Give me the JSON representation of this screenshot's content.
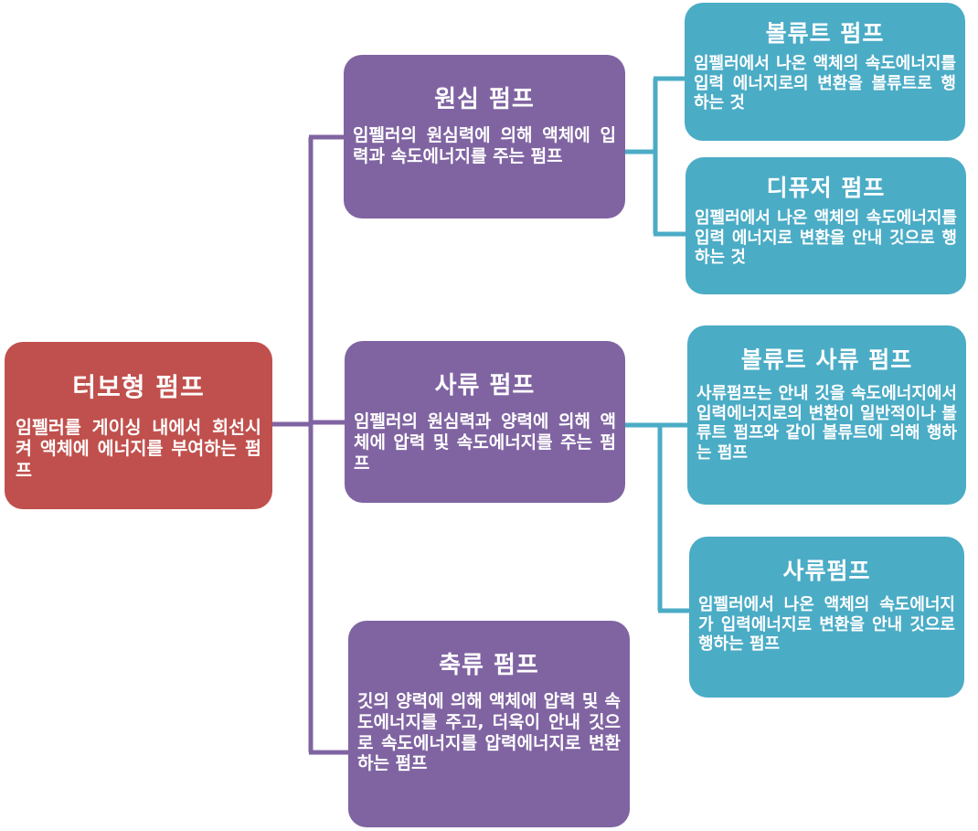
{
  "colors": {
    "root": "#c0504d",
    "category": "#8064a2",
    "subtype": "#4bacc6",
    "connector_purple": "#8064a2",
    "connector_teal": "#4bacc6"
  },
  "root": {
    "title": "터보형 펌프",
    "desc": "임펠러를 게이싱 내에서 회선시켜 액체에 에너지를 부여하는 펌프"
  },
  "categories": [
    {
      "title": "원심 펌프",
      "desc": "임펠러의 원심력에 의해 액체에 입력과 속도에너지를 주는 펌프",
      "children": [
        {
          "title": "볼류트 펌프",
          "desc": "임펠러에서 나온 액체의 속도에너지를 입력 에너지로의 변환을 볼류트로 행하는 것"
        },
        {
          "title": "디퓨저 펌프",
          "desc": "임펠러에서 나온 액체의 속도에너지를 입력 에너지로 변환을 안내 깃으로 행하는 것"
        }
      ]
    },
    {
      "title": "사류 펌프",
      "desc": "임펠러의 원심력과 양력에 의해 액체에 압력 및 속도에너지를 주는 펌프",
      "children": [
        {
          "title": "볼류트 사류 펌프",
          "desc": "사류펌프는 안내 깃을 속도에너지에서 입력에너지로의 변환이 일반적이나 볼류트 펌프와 같이 볼류트에 의해 행하는 펌프"
        },
        {
          "title": "사류펌프",
          "desc": "임펠러에서 나온 액체의 속도에너지가 입력에너지로 변환을 안내 깃으로 행하는 펌프"
        }
      ]
    },
    {
      "title": "축류 펌프",
      "desc": "깃의 양력에 의해 액체에 압력 및 속도에너지를 주고, 더욱이 안내 깃으로 속도에너지를 압력에너지로 변환하는 펌프",
      "children": []
    }
  ]
}
